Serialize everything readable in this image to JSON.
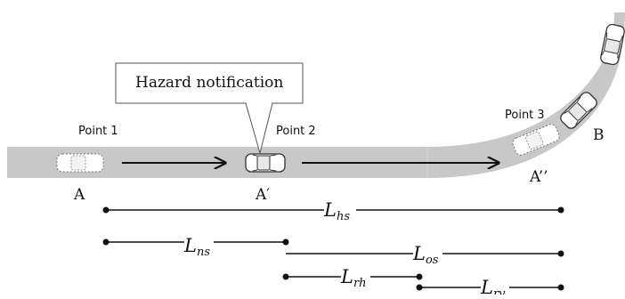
{
  "callout": {
    "text": "Hazard notification"
  },
  "points": {
    "p1": "Point 1",
    "p2": "Point 2",
    "p3": "Point 3"
  },
  "positions": {
    "a": "A",
    "a_prime": "A′",
    "a_double_prime": "A’’",
    "b": "B"
  },
  "segments": {
    "hs": {
      "main": "L",
      "sub": "hs"
    },
    "ns": {
      "main": "L",
      "sub": "ns"
    },
    "os": {
      "main": "L",
      "sub": "os"
    },
    "rh": {
      "main": "L",
      "sub": "rh"
    },
    "rv": {
      "main": "L",
      "sub": "rv"
    }
  },
  "colors": {
    "road": "#c8c8c8",
    "line": "#111111",
    "car_body": "#ffffff",
    "car_outline": "#333333"
  }
}
